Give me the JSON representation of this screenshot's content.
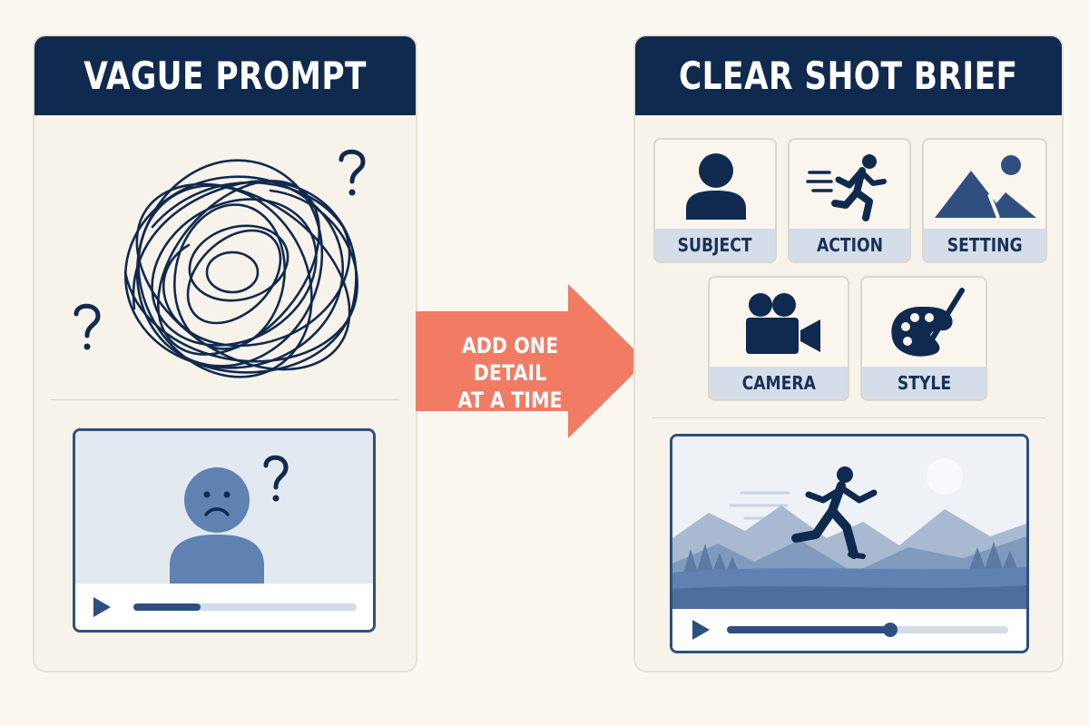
{
  "left_panel": {
    "title": "VAGUE PROMPT",
    "tangle_icon": "scribble-tangle",
    "question_mark": "?",
    "video": {
      "progress": 0.3,
      "icon": "sad-person"
    }
  },
  "arrow": {
    "line1": "ADD ONE DETAIL",
    "line2": "AT A TIME",
    "color": "#f17c63"
  },
  "right_panel": {
    "title": "CLEAR SHOT BRIEF",
    "cards": [
      {
        "label": "SUBJECT",
        "icon": "person-icon"
      },
      {
        "label": "ACTION",
        "icon": "runner-icon"
      },
      {
        "label": "SETTING",
        "icon": "mountain-icon"
      },
      {
        "label": "CAMERA",
        "icon": "video-camera-icon"
      },
      {
        "label": "STYLE",
        "icon": "palette-icon"
      }
    ],
    "video": {
      "progress": 0.58,
      "icon": "runner-landscape"
    }
  },
  "colors": {
    "navy": "#10294e",
    "blue": "#2e4f80",
    "muted_blue": "#5f82b2",
    "card_label_bg": "#d5dde8",
    "background": "#fbf8f2"
  }
}
